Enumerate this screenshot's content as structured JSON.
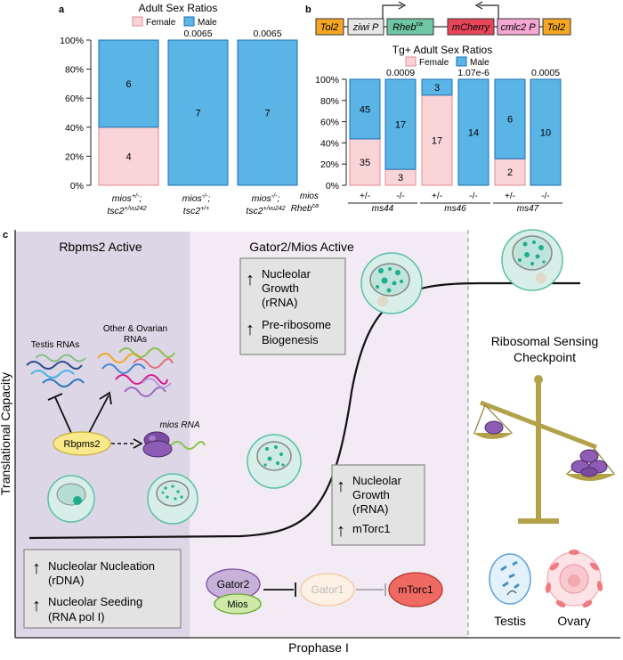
{
  "panel_a": {
    "label": "a",
    "chart_data": {
      "type": "bar",
      "title": "Adult Sex Ratios",
      "legend": [
        "Female",
        "Male"
      ],
      "ylim": [
        0,
        100
      ],
      "yticks": [
        "0%",
        "20%",
        "40%",
        "60%",
        "80%",
        "100%"
      ],
      "categories": [
        {
          "line1": "mios",
          "sup1": "+/-",
          "line1b": ";",
          "line2": "tsc2",
          "sup2": "+/vu242"
        },
        {
          "line1": "mios",
          "sup1": "-/-",
          "line1b": ";",
          "line2": "tsc2",
          "sup2": "+/+"
        },
        {
          "line1": "mios",
          "sup1": "-/-",
          "line1b": ";",
          "line2": "tsc2",
          "sup2": "+/vu242"
        }
      ],
      "series": [
        {
          "name": "Female",
          "values": [
            4,
            0,
            0
          ]
        },
        {
          "name": "Male",
          "values": [
            6,
            7,
            7
          ]
        }
      ],
      "pvalues": [
        "",
        "0.0065",
        "0.0065"
      ]
    }
  },
  "panel_b": {
    "label": "b",
    "construct": {
      "tol2_left": "Tol2",
      "ziwi_p": "ziwi P",
      "rheb": "Rheb",
      "rheb_sup": "ca",
      "mcherry": "mCherry",
      "cmlc2_p": "cmlc2 P",
      "tol2_right": "Tol2"
    },
    "chart_data": {
      "type": "bar",
      "title": "Tg+ Adult Sex Ratios",
      "legend": [
        "Female",
        "Male"
      ],
      "ylim": [
        0,
        100
      ],
      "yticks": [
        "0%",
        "20%",
        "40%",
        "60%",
        "80%",
        "100%"
      ],
      "mios_row_label": "mios",
      "rheb_row_label": "Rheb",
      "rheb_row_sup": "ca",
      "mios_genotypes": [
        "+/-",
        "-/-",
        "+/-",
        "-/-",
        "+/-",
        "-/-"
      ],
      "groups": [
        "ms44",
        "ms46",
        "ms47"
      ],
      "series": [
        {
          "name": "Female",
          "values": [
            35,
            3,
            17,
            0,
            2,
            0
          ]
        },
        {
          "name": "Male",
          "values": [
            45,
            17,
            3,
            14,
            6,
            10
          ]
        }
      ],
      "pvalues": [
        "",
        "0.0009",
        "",
        "1.07e-6",
        "",
        "0.0005"
      ]
    }
  },
  "panel_c": {
    "label": "c",
    "y_axis": "Translational Capacity",
    "x_axis": "Prophase I",
    "rbpms2_title": "Rbpms2 Active",
    "gator_title": "Gator2/Mios Active",
    "testis_rnas": "Testis RNAs",
    "other_rnas_1": "Other & Ovarian",
    "other_rnas_2": "RNAs",
    "rbpms2_node": "Rbpms2",
    "mios_rna": "mios RNA",
    "box_left": [
      {
        "line1": "Nucleolar Nucleation",
        "line2": "(rDNA)"
      },
      {
        "line1": "Nucleolar Seeding",
        "line2": "(RNA pol I)"
      }
    ],
    "box_top": [
      {
        "lines": [
          "Nucleolar",
          "Growth",
          "(rRNA)"
        ]
      },
      {
        "lines": [
          "Pre-ribosome",
          "Biogenesis"
        ]
      }
    ],
    "box_mid": [
      {
        "lines": [
          "Nucleolar",
          "Growth",
          "(rRNA)"
        ]
      },
      {
        "lines": [
          "mTorc1"
        ]
      }
    ],
    "gator2": "Gator2",
    "mios": "Mios",
    "gator1": "Gator1",
    "mtorc1": "mTorc1",
    "checkpoint_1": "Ribosomal Sensing",
    "checkpoint_2": "Checkpoint",
    "testis": "Testis",
    "ovary": "Ovary"
  },
  "colors": {
    "female": "#f9d5d8",
    "female_edge": "#e58a93",
    "male": "#5ab4e5",
    "male_edge": "#1e6fb0",
    "rbpms2_bg": "#dcd6e6",
    "gator_bg": "#f2ebf4"
  }
}
